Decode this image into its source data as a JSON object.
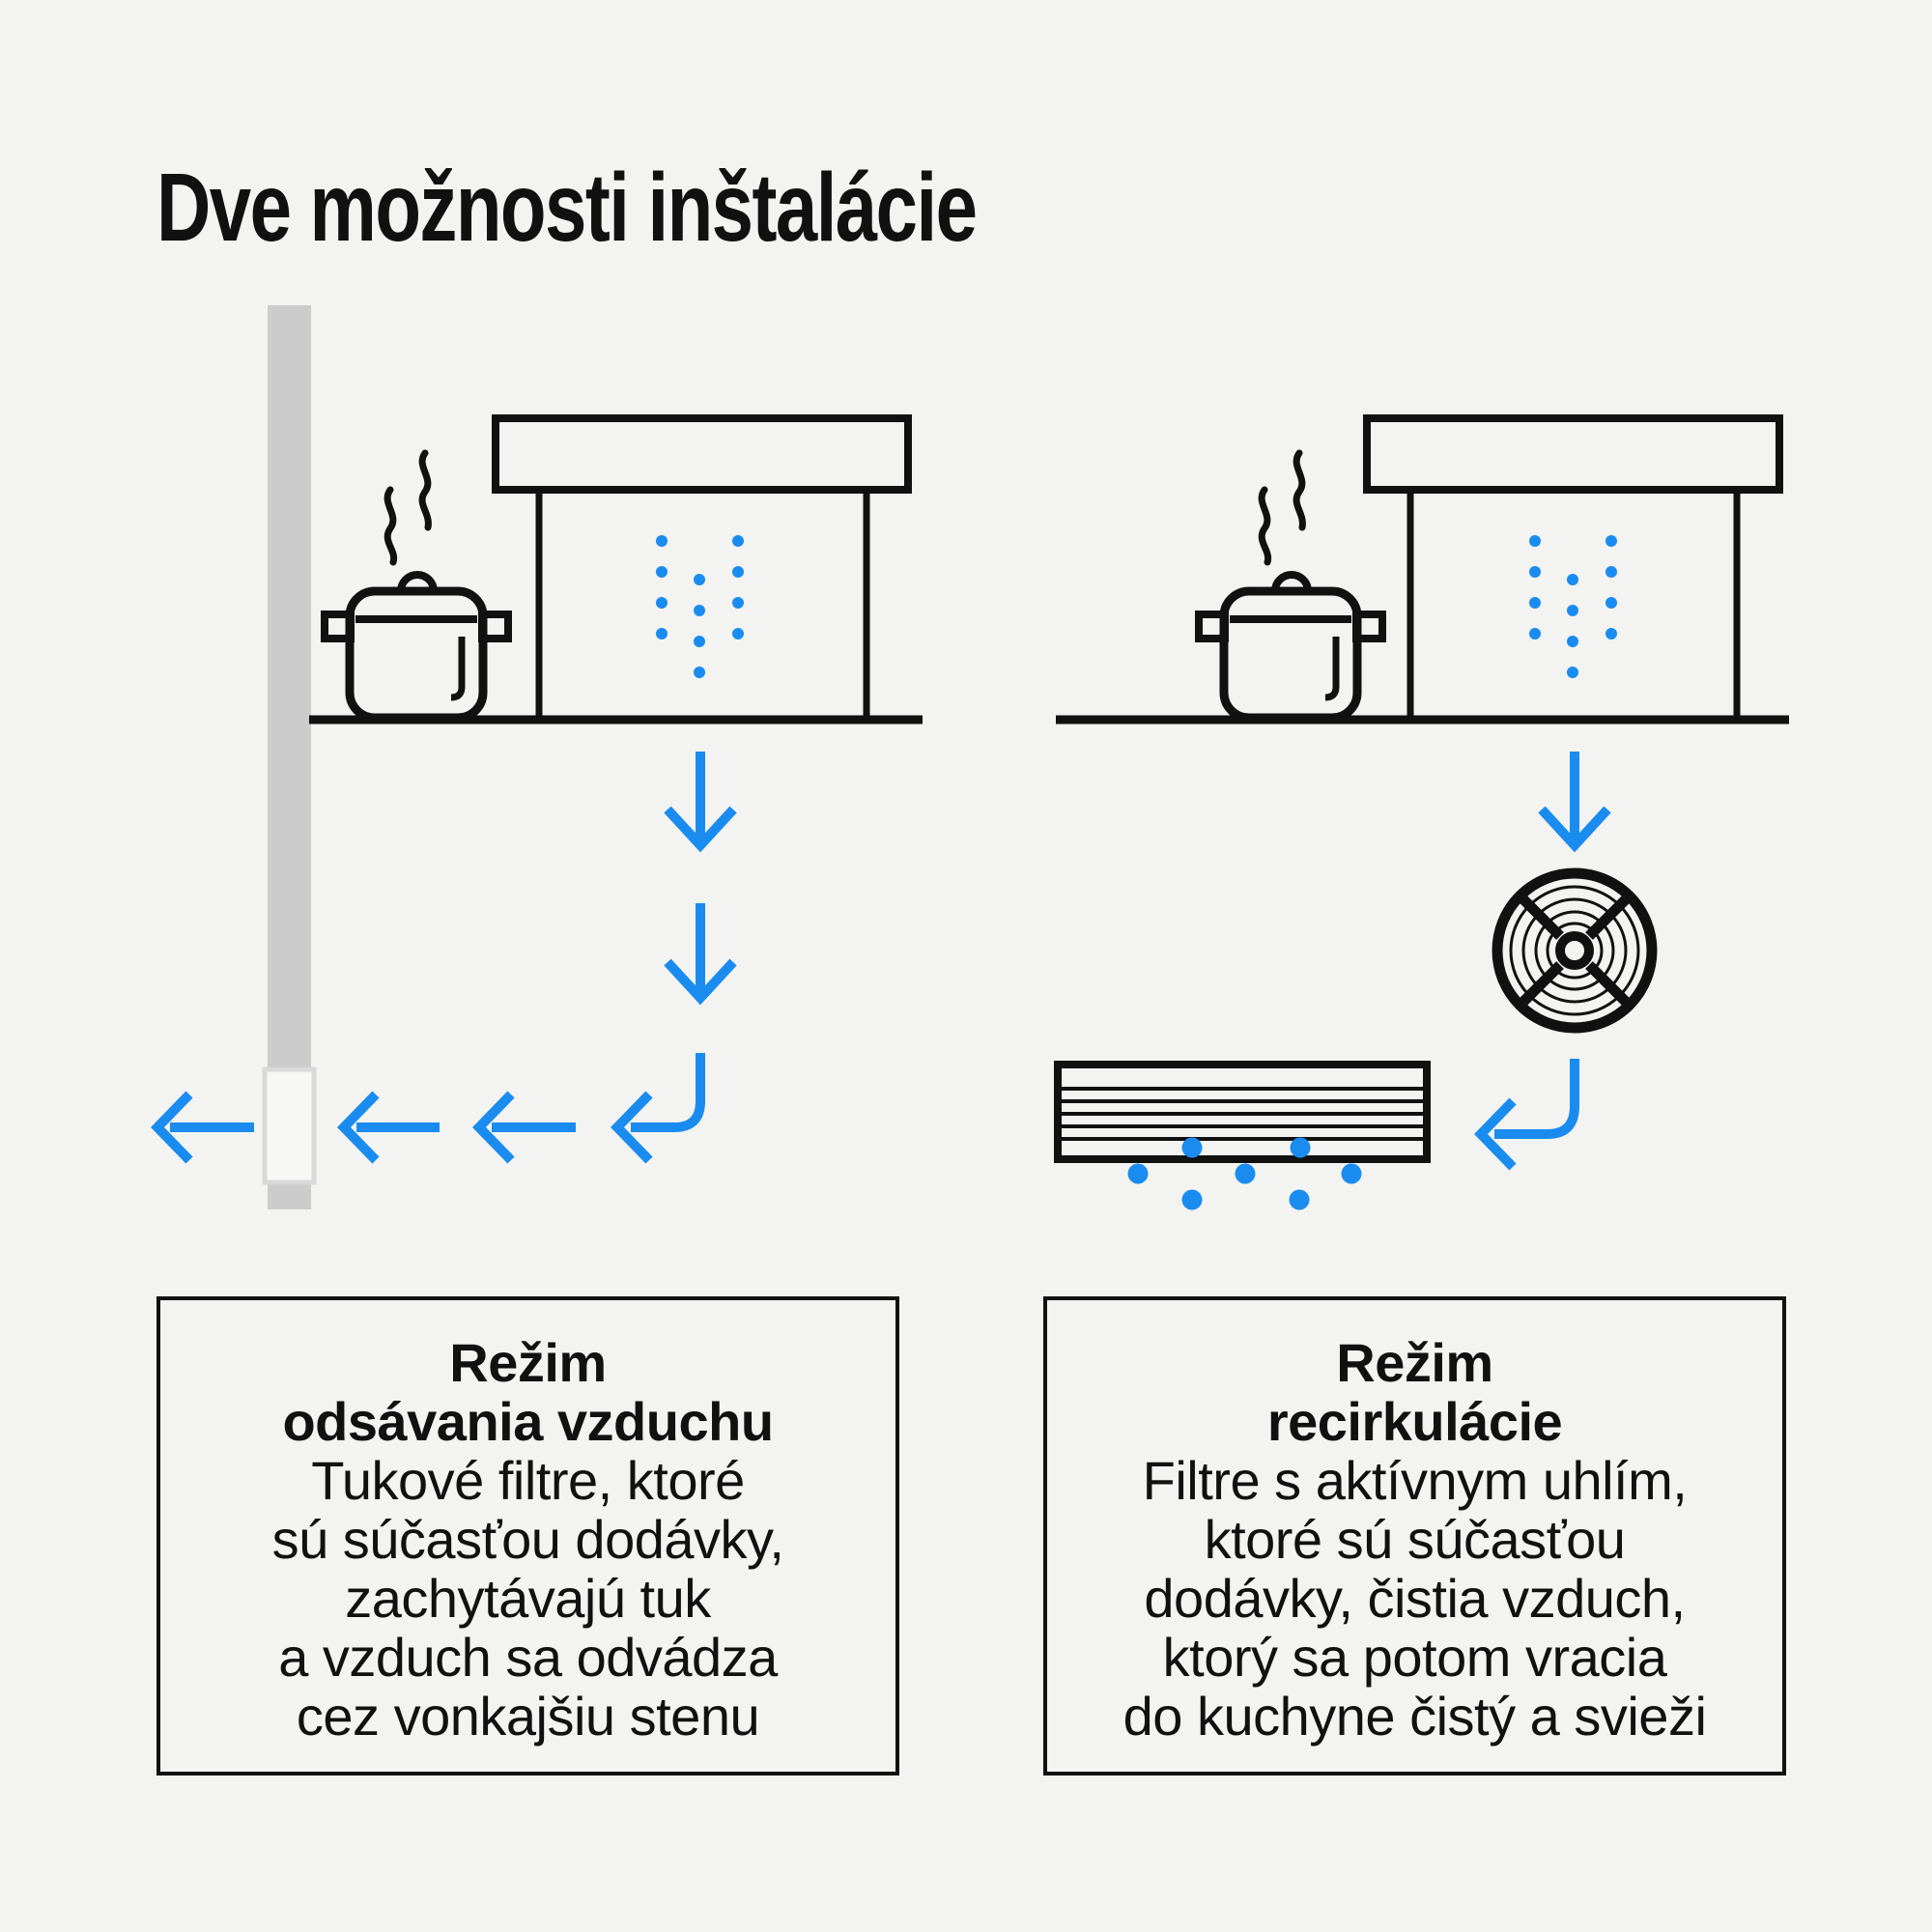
{
  "title": "Dve možnosti inštalácie",
  "theme": {
    "background": "#f3f3f2",
    "ink": "#111111",
    "accent_blue": "#1a8cf0",
    "duct_gray": "#cccccc",
    "outlet_border": "#d9d9d9",
    "outlet_fill": "#f7f7f6"
  },
  "captions": {
    "extraction": {
      "title_lines": [
        "Režim",
        "odsávania vzduchu"
      ],
      "body_lines": [
        "Tukové filtre, ktoré",
        "sú súčasťou dodávky,",
        "zachytávajú tuk",
        "a vzduch sa odvádza",
        "cez vonkajšiu stenu"
      ]
    },
    "recirculation": {
      "title_lines": [
        "Režim",
        "recirkulácie"
      ],
      "body_lines": [
        "Filtre s aktívnym uhlím,",
        "ktoré sú súčasťou",
        "dodávky, čistia vzduch,",
        "ktorý sa potom vracia",
        "do kuchyne čistý a svieži"
      ]
    }
  },
  "diagrams": {
    "extraction": {
      "icon_names": [
        "wall-duct",
        "wall-outlet-icon",
        "steam-icon",
        "pot-icon",
        "hood-icon",
        "suction-dots",
        "arrow-down-icon",
        "elbow-arrow-icon",
        "arrow-left-icon"
      ]
    },
    "recirculation": {
      "icon_names": [
        "steam-icon",
        "pot-icon",
        "hood-icon",
        "suction-dots",
        "arrow-down-icon",
        "fan-icon",
        "elbow-arrow-icon",
        "carbon-filter-icon",
        "clean-air-dots"
      ]
    }
  }
}
